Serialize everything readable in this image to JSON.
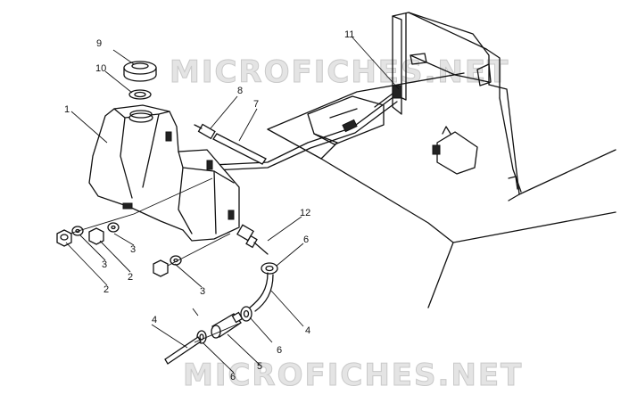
{
  "watermarks": {
    "top": "MICROFICHES.NET",
    "bottom": "MICROFICHES.NET"
  },
  "callouts": [
    {
      "id": "c9",
      "label": "9"
    },
    {
      "id": "c10",
      "label": "10"
    },
    {
      "id": "c1",
      "label": "1"
    },
    {
      "id": "c8",
      "label": "8"
    },
    {
      "id": "c7",
      "label": "7"
    },
    {
      "id": "c11",
      "label": "11"
    },
    {
      "id": "c12",
      "label": "12"
    },
    {
      "id": "c6a",
      "label": "6"
    },
    {
      "id": "c6b",
      "label": "6"
    },
    {
      "id": "c6c",
      "label": "6"
    },
    {
      "id": "c4a",
      "label": "4"
    },
    {
      "id": "c4b",
      "label": "4"
    },
    {
      "id": "c5",
      "label": "5"
    },
    {
      "id": "c3a",
      "label": "3"
    },
    {
      "id": "c3b",
      "label": "3"
    },
    {
      "id": "c3c",
      "label": "3"
    },
    {
      "id": "c2a",
      "label": "2"
    },
    {
      "id": "c2b",
      "label": "2"
    }
  ]
}
